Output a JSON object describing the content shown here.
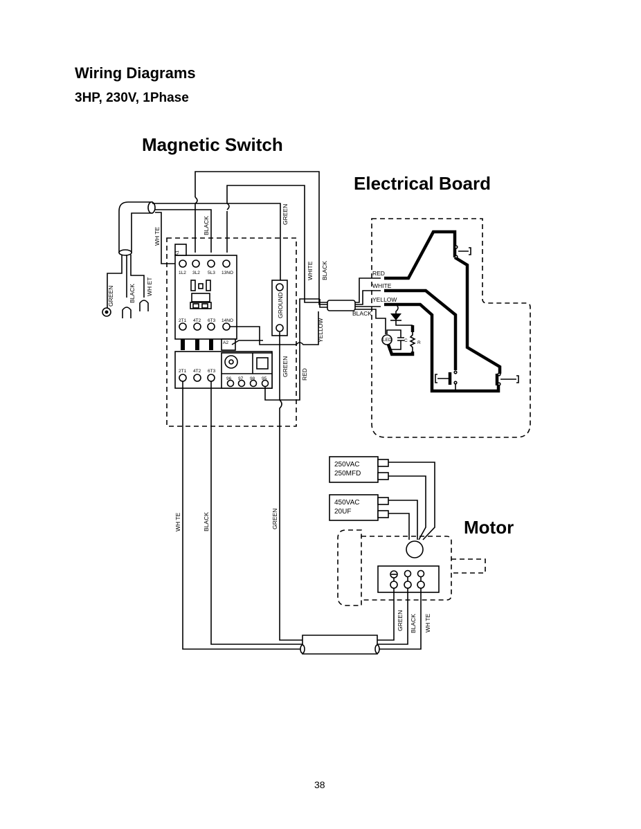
{
  "page": {
    "title": "Wiring Diagrams",
    "subtitle": "3HP, 230V, 1Phase",
    "page_number": "38"
  },
  "sections": {
    "magnetic_switch": "Magnetic Switch",
    "electrical_board": "Electrical Board",
    "motor": "Motor"
  },
  "power_cord": {
    "wires": [
      "GREEN",
      "BLACK",
      "WH ET"
    ],
    "white_label": "WH TE"
  },
  "contactor": {
    "top_terminals": [
      "1L2",
      "3L2",
      "5L3",
      "13NO"
    ],
    "bottom_terminals": [
      "2T1",
      "4T2",
      "6T3",
      "14NO"
    ],
    "coil_label": "A1",
    "coil_label2": "A2"
  },
  "overload_relay": {
    "terminals": [
      "2T1",
      "4T2",
      "6T3"
    ],
    "aux_terminals": [
      "96",
      "97",
      "98",
      "95"
    ]
  },
  "ground_bar": {
    "label": "GROUND"
  },
  "wire_labels": {
    "black_top": "BLACK",
    "green_top": "GREEN",
    "white_cable": "WHITE",
    "black_cable": "BLACK",
    "yellow": "YELLOW",
    "green_mid": "GREEN",
    "red_mid": "RED",
    "white_down": "WH TE",
    "black_down": "BLACK",
    "green_down": "GREEN",
    "motor_green": "GREEN",
    "motor_black": "BLACK",
    "motor_white": "WH TE"
  },
  "board_wires": [
    "RED",
    "WHITE",
    "YELLOW",
    "BLACK"
  ],
  "board_components": {
    "led": "LED",
    "capacitor": "C",
    "resistor": "R"
  },
  "capacitors": [
    {
      "voltage": "250VAC",
      "rating": "250MFD"
    },
    {
      "voltage": "450VAC",
      "rating": "20UF"
    }
  ]
}
